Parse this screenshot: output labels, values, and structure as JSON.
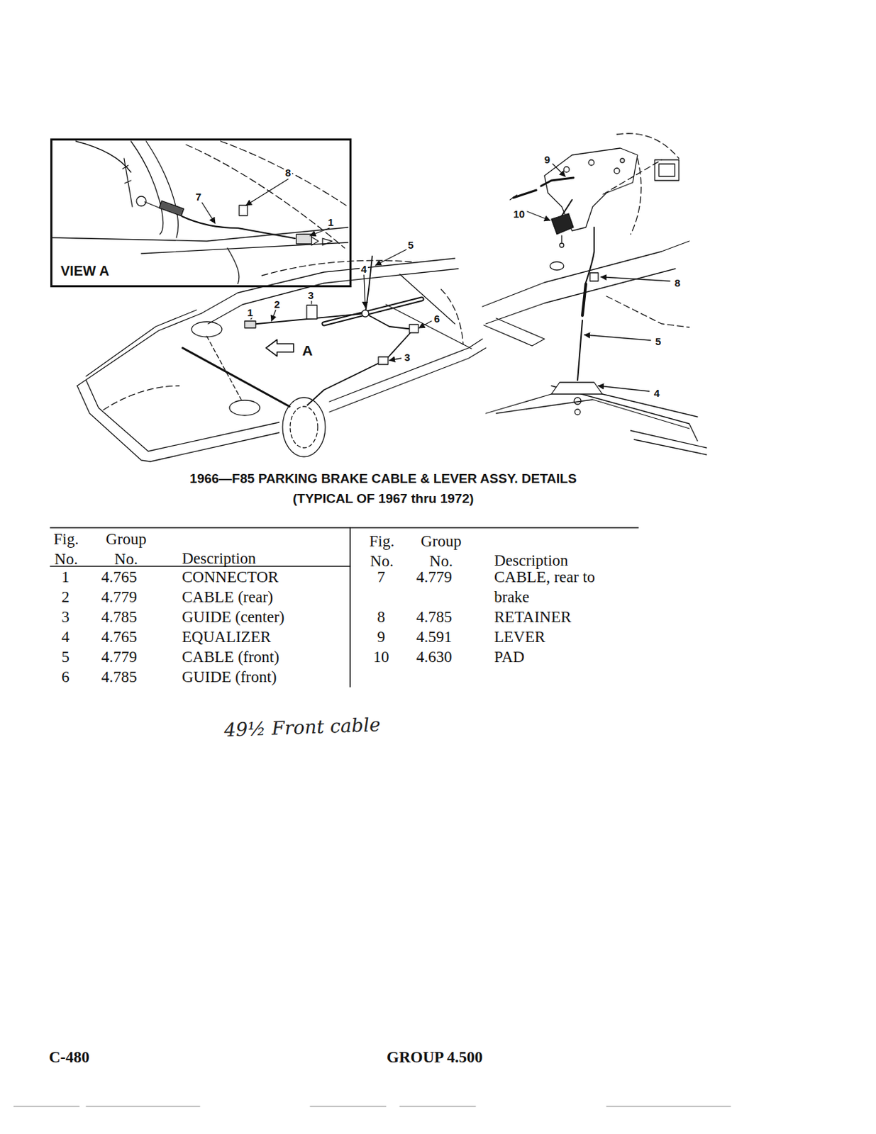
{
  "diagram": {
    "title": "1966—F85 PARKING BRAKE CABLE & LEVER ASSY. DETAILS",
    "caption": "(TYPICAL OF 1967 thru 1972)",
    "nodes": [
      {
        "text": [
          "VIEW A"
        ]
      }
    ],
    "labels": [
      "8",
      "7",
      "1",
      "5",
      "4",
      "1",
      "2",
      "3",
      "6",
      "3",
      "A",
      "9",
      "10",
      "8",
      "5",
      "4",
      "Fig. No.",
      "Group No.",
      "Description",
      "1",
      "4.765",
      "CONNECTOR",
      "2",
      "4.779",
      "CABLE (rear)",
      "3",
      "4.785",
      "GUIDE (center)",
      "4",
      "4.765",
      "EQUALIZER",
      "5",
      "4.779",
      "CABLE (front)",
      "6",
      "4.785",
      "GUIDE (front)",
      "Fig. No.",
      "Group No.",
      "Description",
      "7",
      "4.779",
      "CABLE, rear to brake",
      "8",
      "4.785",
      "RETAINER",
      "9",
      "4.591",
      "LEVER",
      "10",
      "4.630",
      "PAD",
      "49½ Front cable",
      "C-480",
      "GROUP 4.500"
    ]
  }
}
